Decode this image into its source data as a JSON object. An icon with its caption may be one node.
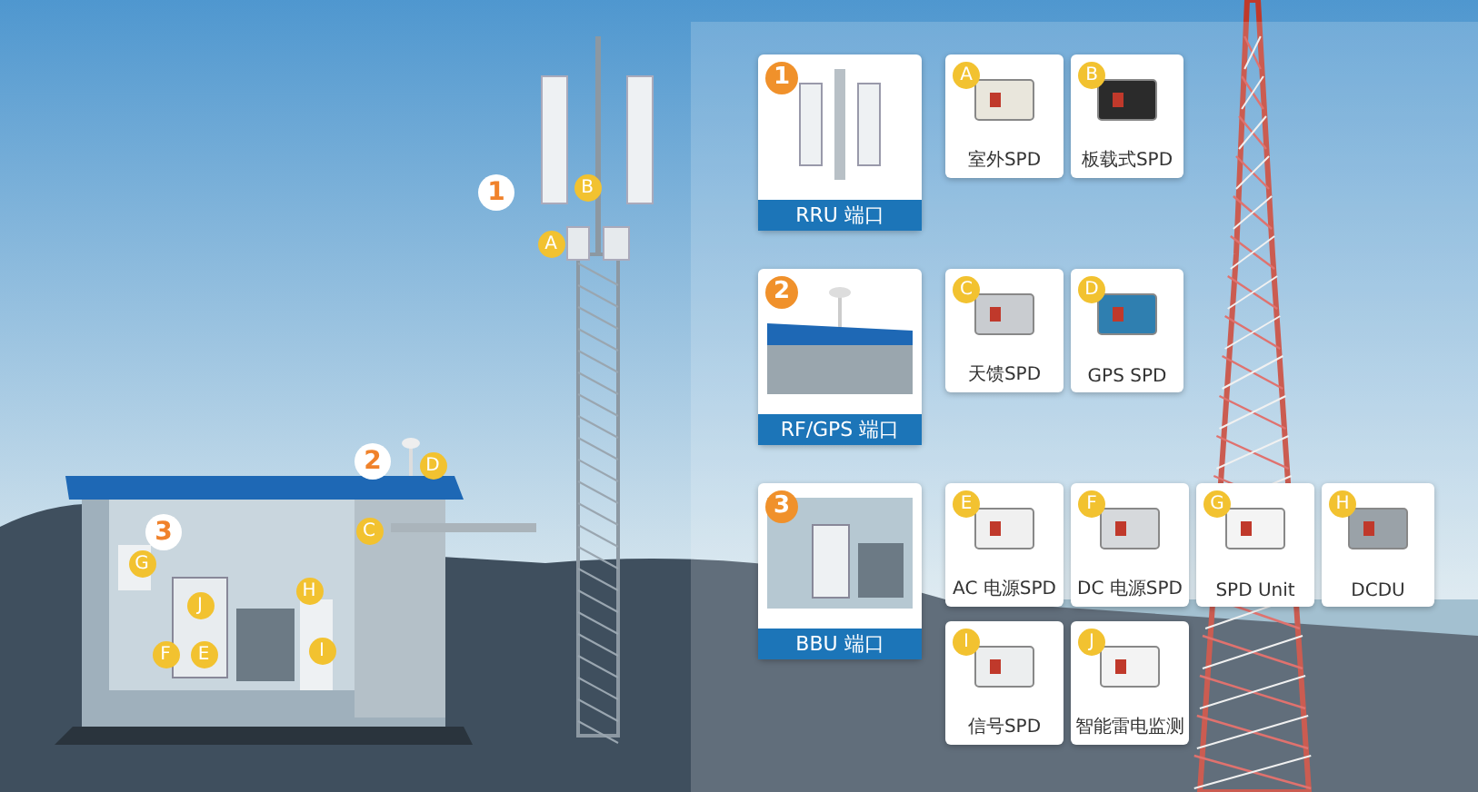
{
  "diagram": {
    "nodes": [
      {
        "text": [
          "1",
          "RRU 端口"
        ]
      },
      {
        "text": [
          "A",
          "室外SPD"
        ]
      },
      {
        "text": [
          "B",
          "板载式SPD"
        ]
      },
      {
        "text": [
          "2",
          "RF/GPS 端口"
        ]
      },
      {
        "text": [
          "C",
          "天馈SPD"
        ]
      },
      {
        "text": [
          "D",
          "GPS SPD"
        ]
      },
      {
        "text": [
          "3",
          "BBU 端口"
        ]
      },
      {
        "text": [
          "E",
          "AC 电源SPD"
        ]
      },
      {
        "text": [
          "F",
          "DC 电源SPD"
        ]
      },
      {
        "text": [
          "G",
          "SPD Unit"
        ]
      },
      {
        "text": [
          "H",
          "DCDU"
        ]
      },
      {
        "text": [
          "I",
          "信号SPD"
        ]
      },
      {
        "text": [
          "J",
          "智能雷电监测"
        ]
      }
    ],
    "labels": [
      "1",
      "B",
      "A",
      "2",
      "D",
      "C",
      "3",
      "G",
      "J",
      "H",
      "F",
      "E",
      "I"
    ]
  }
}
